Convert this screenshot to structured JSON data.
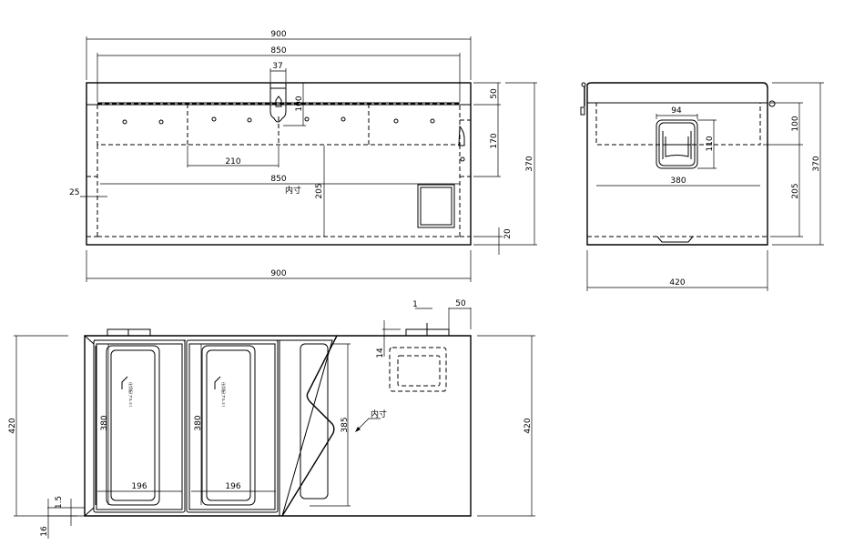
{
  "front_view": {
    "dims": {
      "overall_width": "900",
      "inner_width": "850",
      "hasp_width": "37",
      "hasp_height": "100",
      "divider_pitch": "210",
      "inner_width_2": "850",
      "inner_label": "内寸",
      "inner_depth": "205",
      "wall_offset": "25",
      "lid_height": "50",
      "lid_inner": "170",
      "overall_height": "370",
      "bottom_offset": "20",
      "bottom_width": "900"
    }
  },
  "side_view": {
    "dims": {
      "handle_width": "94",
      "handle_height": "110",
      "inner_width": "380",
      "lid_inner": "100",
      "body_inner": "205",
      "overall_height": "370",
      "overall_width": "420"
    }
  },
  "top_view": {
    "dims": {
      "overall_depth_left": "420",
      "overall_depth_right": "420",
      "tray1_length": "380",
      "tray2_length": "380",
      "inner_depth": "385",
      "tray1_width": "196",
      "tray2_width": "196",
      "wall_1_5": "1.5",
      "wall_16": "16",
      "tab_offset": "1",
      "tab_width": "50",
      "tab_gap": "14",
      "inner_label": "内寸"
    },
    "tray_note": "仕切板(アルミ)"
  }
}
